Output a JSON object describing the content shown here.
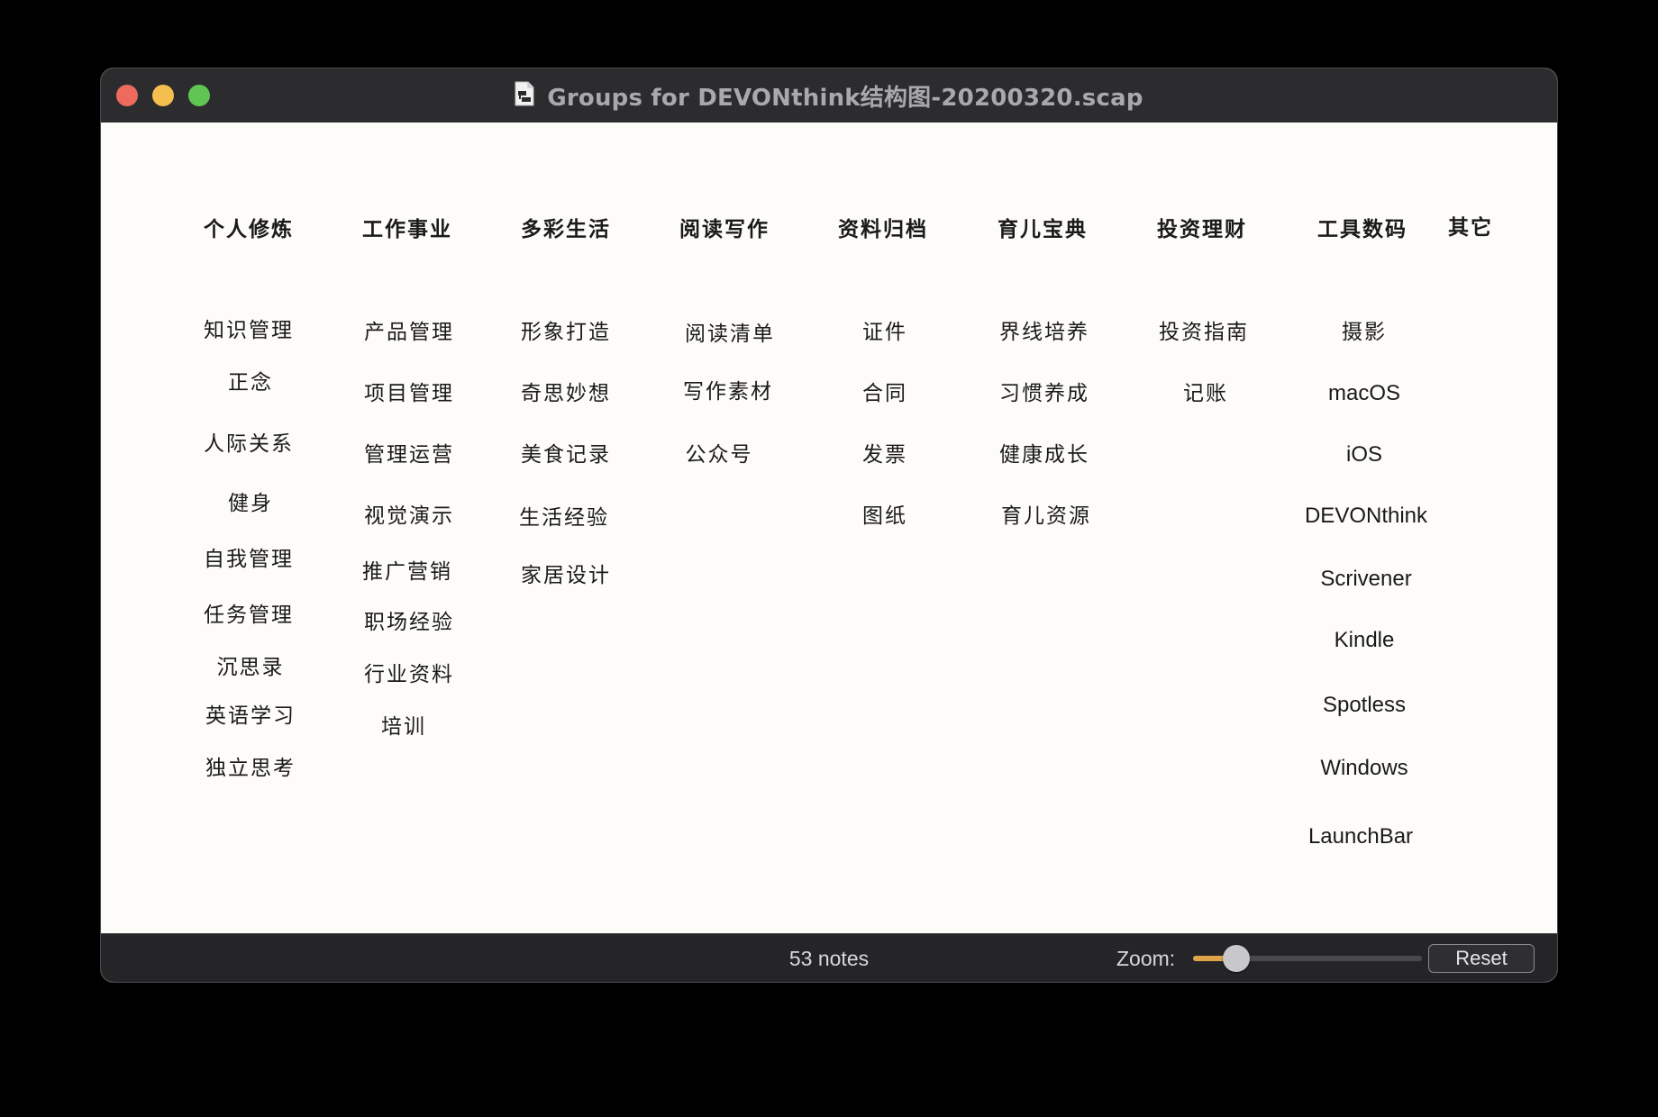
{
  "window": {
    "title": "Groups for DEVONthink结构图-20200320.scap",
    "file_icon": "scapple-document-icon"
  },
  "columns": [
    {
      "header": "个人修炼",
      "items": [
        "知识管理",
        "正念",
        "人际关系",
        "健身",
        "自我管理",
        "任务管理",
        "沉思录",
        "英语学习",
        "独立思考"
      ]
    },
    {
      "header": "工作事业",
      "items": [
        "产品管理",
        "项目管理",
        "管理运营",
        "视觉演示",
        "推广营销",
        "职场经验",
        "行业资料",
        "培训"
      ]
    },
    {
      "header": "多彩生活",
      "items": [
        "形象打造",
        "奇思妙想",
        "美食记录",
        "生活经验",
        "家居设计"
      ]
    },
    {
      "header": "阅读写作",
      "items": [
        "阅读清单",
        "写作素材",
        "公众号"
      ]
    },
    {
      "header": "资料归档",
      "items": [
        "证件",
        "合同",
        "发票",
        "图纸"
      ]
    },
    {
      "header": "育儿宝典",
      "items": [
        "界线培养",
        "习惯养成",
        "健康成长",
        "育儿资源"
      ]
    },
    {
      "header": "投资理财",
      "items": [
        "投资指南",
        "记账"
      ]
    },
    {
      "header": "工具数码",
      "items": [
        "摄影",
        "macOS",
        "iOS",
        "DEVONthink",
        "Scrivener",
        "Kindle",
        "Spotless",
        "Windows",
        "LaunchBar"
      ]
    },
    {
      "header": "其它",
      "items": []
    }
  ],
  "statusbar": {
    "note_count": "53 notes",
    "zoom_label": "Zoom:",
    "zoom_level": 0.19,
    "reset_label": "Reset"
  }
}
